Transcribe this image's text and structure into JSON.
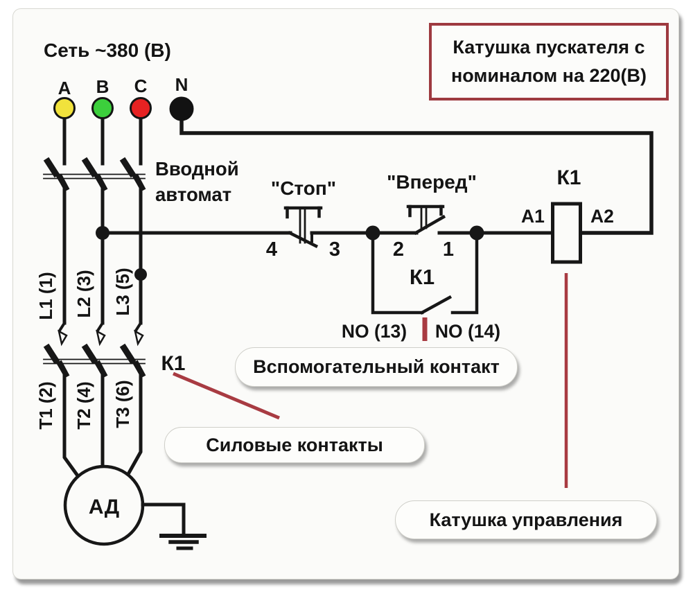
{
  "title": {
    "network": "Сеть ~380 (В)"
  },
  "note_box": {
    "line1": "Катушка пускателя с",
    "line2": "номиналом на 220(В)"
  },
  "phases": [
    {
      "label": "A",
      "color": "#f1e23c"
    },
    {
      "label": "B",
      "color": "#3ccf3c"
    },
    {
      "label": "C",
      "color": "#e62222"
    },
    {
      "label": "N",
      "color": "#121212"
    }
  ],
  "breaker": {
    "line1": "Вводной",
    "line2": "автомат"
  },
  "upper_poles": [
    "L1 (1)",
    "L2 (3)",
    "L3 (5)"
  ],
  "lower_poles": [
    "T1 (2)",
    "T2 (4)",
    "T3 (6)"
  ],
  "stop_button": {
    "label": "\"Стоп\"",
    "terminal_left": "4",
    "terminal_right": "3"
  },
  "forward_button": {
    "label": "\"Вперед\"",
    "terminal_left": "2",
    "terminal_right": "1"
  },
  "aux_contact": {
    "relay": "К1",
    "left": "NO (13)",
    "right": "NO (14)"
  },
  "coil": {
    "relay": "К1",
    "left": "A1",
    "right": "A2"
  },
  "power_contacts": {
    "relay": "К1"
  },
  "motor": {
    "label": "АД"
  },
  "callouts": {
    "aux": "Вспомогательный контакт",
    "power": "Силовые контакты",
    "coil": "Катушка управления"
  },
  "colors": {
    "accent": "#a83b42",
    "stop_text": "#b42f3c",
    "wire": "#171717",
    "paper": "#fbfbf9"
  }
}
